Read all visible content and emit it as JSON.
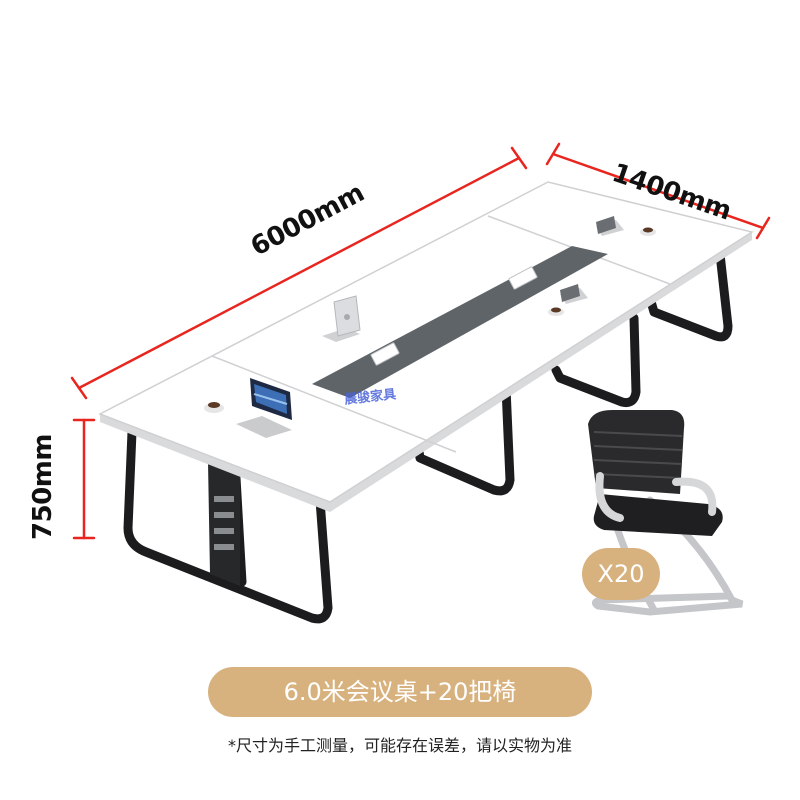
{
  "dimensions": {
    "width_label": "6000mm",
    "depth_label": "1400mm",
    "height_label": "750mm"
  },
  "watermark_text": "晨骏家具",
  "chair": {
    "quantity_label": "X20"
  },
  "product": {
    "title": "6.0米会议桌+20把椅"
  },
  "disclaimer": "*尺寸为手工测量，可能存在误差，请以实物为准",
  "colors": {
    "dimension_line": "#e8261f",
    "accent_badge": "#d8b27e",
    "table_top": "#ffffff",
    "table_strip": "#5f6468",
    "frame": "#1c1c1e"
  },
  "icons": [
    "laptop-icon",
    "coffee-cup-icon",
    "power-socket-icon",
    "office-chair-icon"
  ]
}
